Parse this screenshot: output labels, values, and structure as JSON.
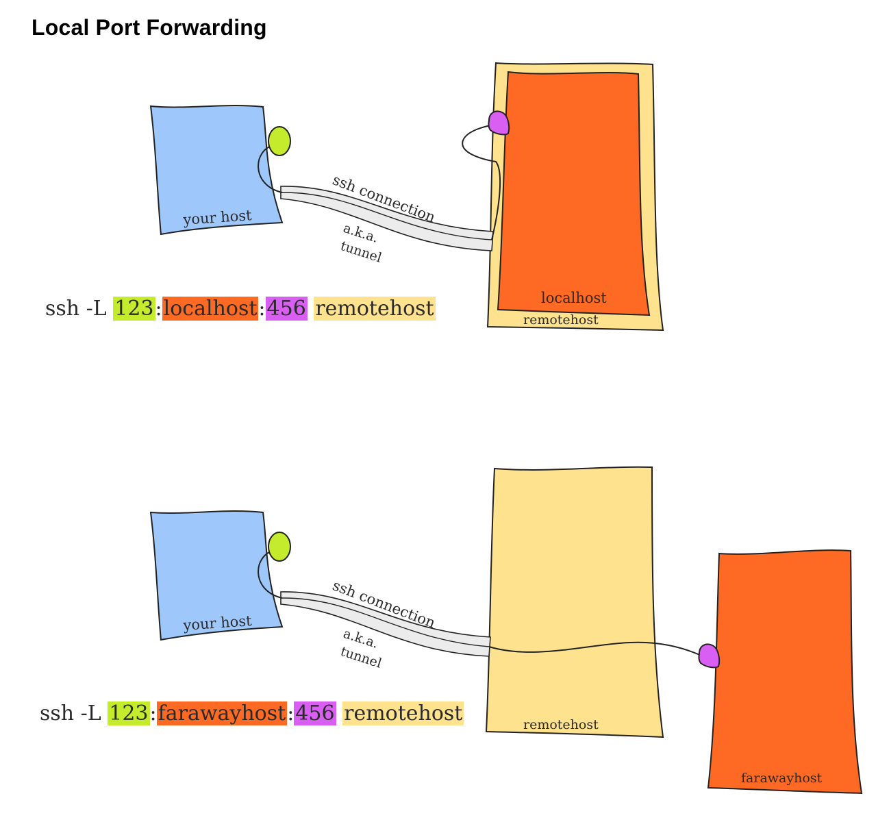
{
  "title": "Local Port Forwarding",
  "colors": {
    "your_host": "#9ec8fb",
    "local_port": "#c4ec2c",
    "target_host": "#fe6a23",
    "remote_port": "#d95ef2",
    "remote_host": "#fee28e",
    "tunnel": "#ececec",
    "line": "#222222"
  },
  "scenario_1": {
    "your_host_label": "your host",
    "tunnel_label_1": "ssh connection",
    "tunnel_label_2": "a.k.a.",
    "tunnel_label_3": "tunnel",
    "inner_host_label": "localhost",
    "remote_host_label": "remotehost",
    "command": {
      "prefix": "ssh -L ",
      "local_port": "123",
      "sep1": ":",
      "host": "localhost",
      "sep2": ":",
      "remote_port": "456",
      "space": " ",
      "ssh_host": "remotehost"
    }
  },
  "scenario_2": {
    "your_host_label": "your host",
    "tunnel_label_1": "ssh connection",
    "tunnel_label_2": "a.k.a.",
    "tunnel_label_3": "tunnel",
    "remote_host_label": "remotehost",
    "far_host_label": "farawayhost",
    "command": {
      "prefix": "ssh -L ",
      "local_port": "123",
      "sep1": ":",
      "host": "farawayhost",
      "sep2": ":",
      "remote_port": "456",
      "space": " ",
      "ssh_host": "remotehost"
    }
  }
}
